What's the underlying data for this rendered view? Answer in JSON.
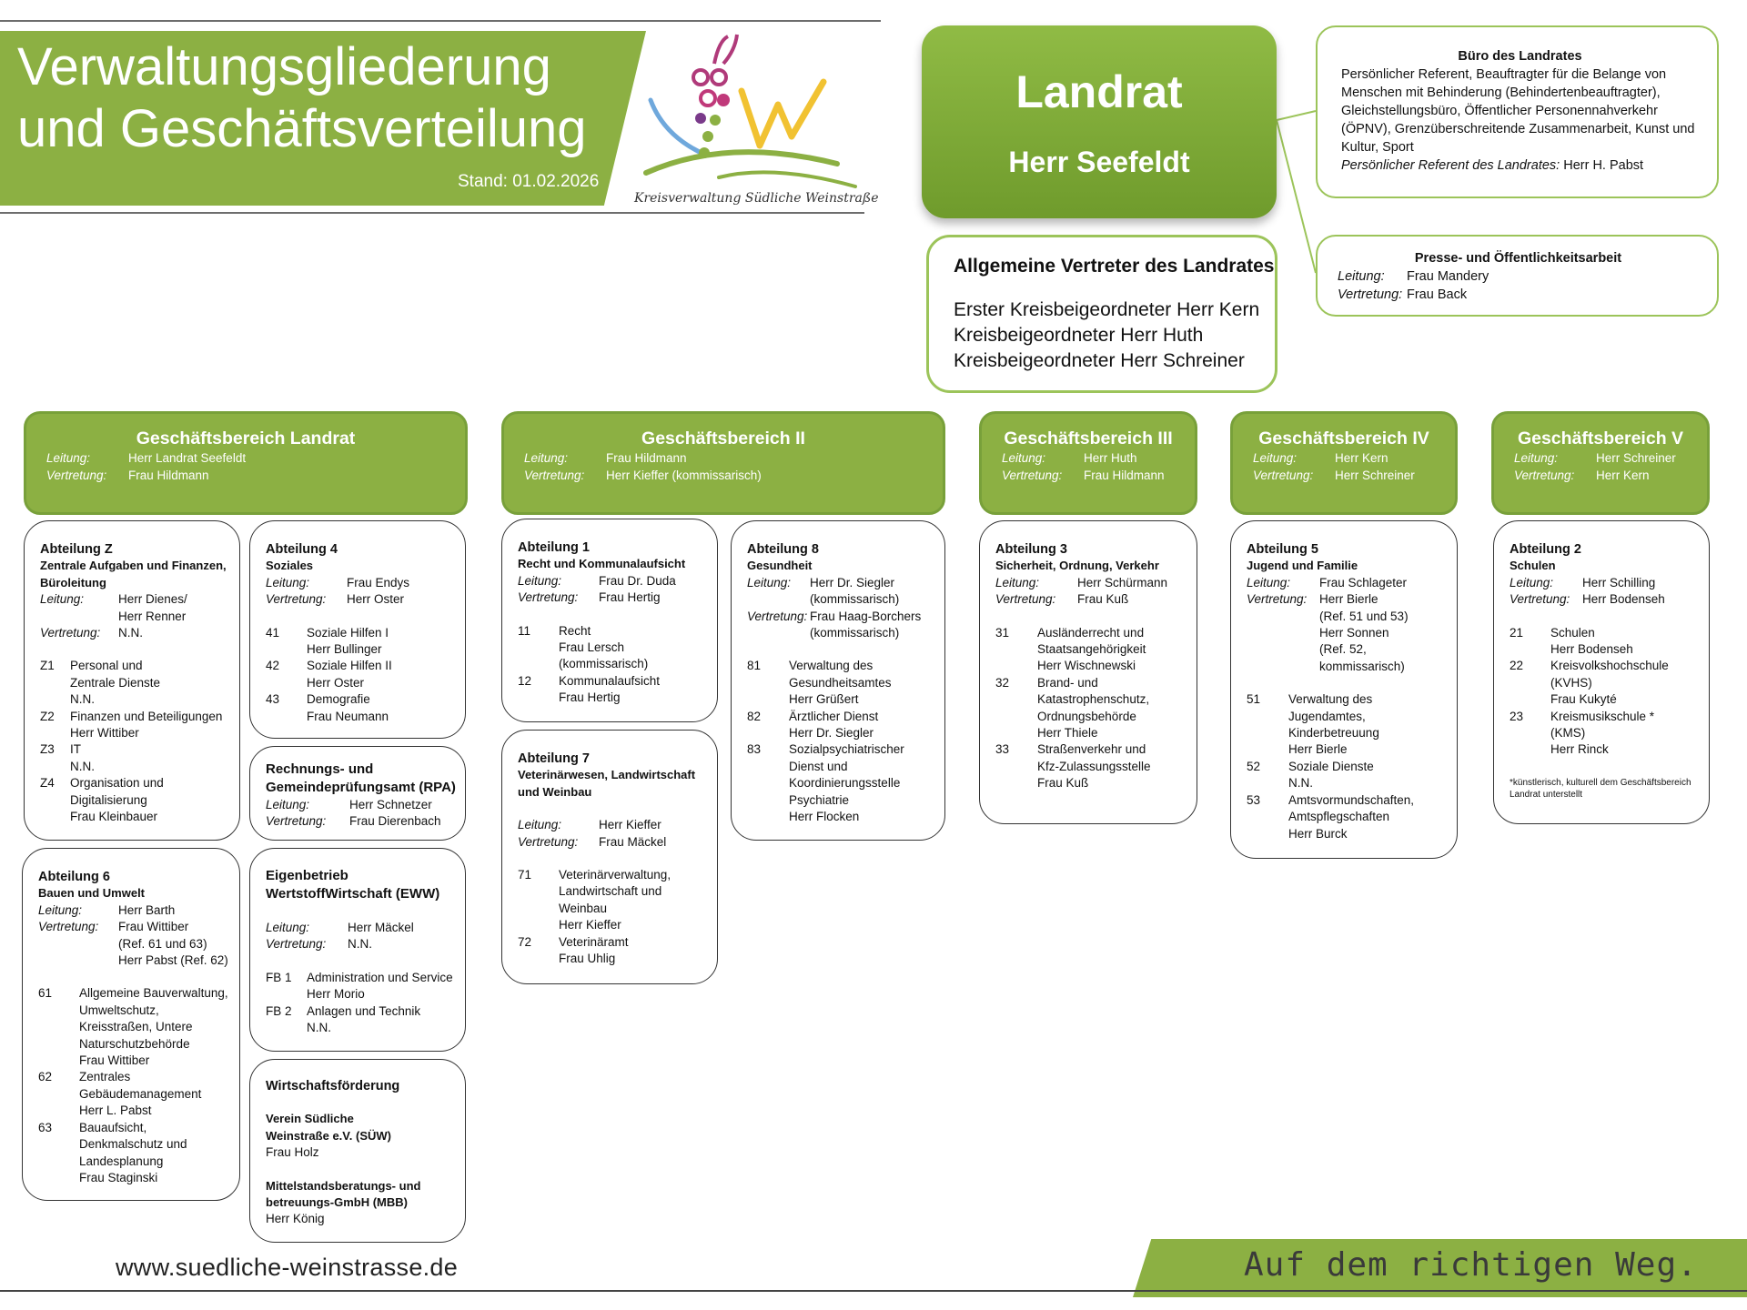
{
  "header": {
    "title_line1": "Verwaltungsgliederung",
    "title_line2": "und Geschäftsverteilung",
    "stand": "Stand:  01.02.2026",
    "logo_caption": "Kreisverwaltung Südliche Weinstraße"
  },
  "landrat": {
    "title": "Landrat",
    "name": "Herr Seefeldt"
  },
  "vertreter": {
    "heading": "Allgemeine Vertreter des Landrates",
    "lines": [
      "Erster Kreisbeigeordneter Herr Kern",
      "Kreisbeigeordneter Herr Huth",
      "Kreisbeigeordneter Herr Schreiner"
    ]
  },
  "buero": {
    "heading": "Büro des Landrates",
    "text": "Persönlicher Referent, Beauftragter für die Belange von Menschen mit Behinderung (Behindertenbeauftragter), Gleichstellungsbüro, Öffentlicher Personennahverkehr (ÖPNV), Grenzüberschreitende Zusammenarbeit, Kunst und Kultur, Sport",
    "ref_label": "Persönlicher Referent des Landrates:",
    "ref_value": " Herr H. Pabst"
  },
  "presse": {
    "heading": "Presse- und Öffentlichkeitsarbeit",
    "leitung_label": "Leitung:",
    "leitung": "Frau Mandery",
    "vertretung_label": "Vertretung:",
    "vertretung": "Frau Back"
  },
  "labels": {
    "leitung": "Leitung:",
    "vertretung": "Vertretung:"
  },
  "gb": [
    {
      "title": "Geschäftsbereich Landrat",
      "leitung": "Herr Landrat Seefeldt",
      "vertretung": "Frau Hildmann"
    },
    {
      "title": "Geschäftsbereich II",
      "leitung": "Frau Hildmann",
      "vertretung": "Herr Kieffer (kommissarisch)"
    },
    {
      "title": "Geschäftsbereich III",
      "leitung": "Herr Huth",
      "vertretung": "Frau Hildmann"
    },
    {
      "title": "Geschäftsbereich IV",
      "leitung": "Herr Kern",
      "vertretung": "Herr Schreiner"
    },
    {
      "title": "Geschäftsbereich V",
      "leitung": "Herr Schreiner",
      "vertretung": "Herr Kern"
    }
  ],
  "abtZ": {
    "title": "Abteilung Z",
    "subtitle": "Zentrale Aufgaben und Finanzen, Büroleitung",
    "leitung1": "Herr Dienes/",
    "leitung2": "Herr Renner",
    "vertretung": "N.N.",
    "refs": [
      {
        "n": "Z1",
        "lines": [
          "Personal und",
          "Zentrale Dienste",
          "N.N."
        ]
      },
      {
        "n": "Z2",
        "lines": [
          "Finanzen und Beteiligungen",
          "Herr Wittiber"
        ]
      },
      {
        "n": "Z3",
        "lines": [
          "IT",
          "N.N."
        ]
      },
      {
        "n": "Z4",
        "lines": [
          "Organisation und",
          "Digitalisierung",
          "Frau Kleinbauer"
        ]
      }
    ]
  },
  "abt4": {
    "title": "Abteilung 4",
    "subtitle": "Soziales",
    "leitung": "Frau Endys",
    "vertretung": "Herr Oster",
    "refs": [
      {
        "n": "41",
        "lines": [
          "Soziale Hilfen I",
          "Herr Bullinger"
        ]
      },
      {
        "n": "42",
        "lines": [
          "Soziale Hilfen II",
          "Herr Oster"
        ]
      },
      {
        "n": "43",
        "lines": [
          "Demografie",
          "Frau Neumann"
        ]
      }
    ]
  },
  "rpa": {
    "title1": "Rechnungs- und",
    "title2": "Gemeindeprüfungsamt (RPA)",
    "leitung": "Herr Schnetzer",
    "vertretung": "Frau Dierenbach"
  },
  "abt6": {
    "title": "Abteilung 6",
    "subtitle": "Bauen und Umwelt",
    "leitung": "Herr Barth",
    "vertretung1": "Frau Wittiber",
    "vertretung2": "(Ref. 61 und 63)",
    "vertretung3": "Herr Pabst (Ref. 62)",
    "refs": [
      {
        "n": "61",
        "lines": [
          "Allgemeine Bauverwaltung,",
          "Umweltschutz,",
          "Kreisstraßen, Untere",
          "Naturschutzbehörde",
          "Frau Wittiber"
        ]
      },
      {
        "n": "62",
        "lines": [
          "Zentrales",
          "Gebäudemanagement",
          "Herr L. Pabst"
        ]
      },
      {
        "n": "63",
        "lines": [
          "Bauaufsicht,",
          "Denkmalschutz und",
          "Landesplanung",
          "Frau Staginski"
        ]
      }
    ]
  },
  "eww": {
    "title1": "Eigenbetrieb",
    "title2": "WertstoffWirtschaft (EWW)",
    "leitung": "Herr Mäckel",
    "vertretung": "N.N.",
    "refs": [
      {
        "n": "FB 1",
        "lines": [
          "Administration und Service",
          "Herr Morio"
        ]
      },
      {
        "n": "FB 2",
        "lines": [
          "Anlagen und Technik",
          "N.N."
        ]
      }
    ]
  },
  "wf": {
    "title": "Wirtschaftsförderung",
    "v1a": "Verein Südliche",
    "v1b": "Weinstraße e.V.  (SÜW)",
    "v1c": "Frau Holz",
    "v2a": "Mittelstandsberatungs- und",
    "v2b": "betreuungs-GmbH (MBB)",
    "v2c": "Herr König"
  },
  "abt1": {
    "title": "Abteilung 1",
    "subtitle": "Recht und Kommunalaufsicht",
    "leitung": "Frau Dr. Duda",
    "vertretung": "Frau Hertig",
    "refs": [
      {
        "n": "11",
        "lines": [
          "Recht",
          "Frau Lersch",
          "(kommissarisch)"
        ]
      },
      {
        "n": "12",
        "lines": [
          "Kommunalaufsicht",
          "Frau Hertig"
        ]
      }
    ]
  },
  "abt7": {
    "title": "Abteilung 7",
    "subtitle1": "Veterinärwesen, Landwirtschaft",
    "subtitle2": "und Weinbau",
    "leitung": "Herr Kieffer",
    "vertretung": "Frau Mäckel",
    "refs": [
      {
        "n": "71",
        "lines": [
          "Veterinärverwaltung,",
          "Landwirtschaft und",
          "Weinbau",
          "Herr Kieffer"
        ]
      },
      {
        "n": "72",
        "lines": [
          "Veterinäramt",
          "Frau Uhlig"
        ]
      }
    ]
  },
  "abt8": {
    "title": "Abteilung 8",
    "subtitle": "Gesundheit",
    "leitung1": "Herr Dr. Siegler",
    "leitung2": "(kommissarisch)",
    "vertretung1": "Frau Haag-Borchers",
    "vertretung2": "(kommissarisch)",
    "refs": [
      {
        "n": "81",
        "lines": [
          "Verwaltung des",
          "Gesundheitsamtes",
          "Herr Grüßert"
        ]
      },
      {
        "n": "82",
        "lines": [
          "Ärztlicher Dienst",
          "Herr Dr. Siegler"
        ]
      },
      {
        "n": "83",
        "lines": [
          "Sozialpsychiatrischer",
          "Dienst und",
          "Koordinierungsstelle",
          "Psychiatrie",
          "Herr Flocken"
        ]
      }
    ]
  },
  "abt3": {
    "title": "Abteilung 3",
    "subtitle": "Sicherheit, Ordnung, Verkehr",
    "leitung": "Herr Schürmann",
    "vertretung": "Frau Kuß",
    "refs": [
      {
        "n": "31",
        "lines": [
          "Ausländerrecht und",
          "Staatsangehörigkeit",
          "Herr Wischnewski"
        ]
      },
      {
        "n": "32",
        "lines": [
          "Brand- und",
          "Katastrophenschutz,",
          "Ordnungsbehörde",
          "Herr Thiele"
        ]
      },
      {
        "n": "33",
        "lines": [
          "Straßenverkehr und",
          "Kfz-Zulassungsstelle",
          "Frau Kuß"
        ]
      }
    ]
  },
  "abt5": {
    "title": "Abteilung 5",
    "subtitle": "Jugend und Familie",
    "leitung": "Frau Schlageter",
    "vertretung_lines": [
      "Herr Bierle",
      "(Ref. 51 und 53)",
      "Herr Sonnen",
      "(Ref. 52,",
      "kommissarisch)"
    ],
    "refs": [
      {
        "n": "51",
        "lines": [
          "Verwaltung des",
          "Jugendamtes,",
          "Kinderbetreuung",
          "Herr Bierle"
        ]
      },
      {
        "n": "52",
        "lines": [
          "Soziale Dienste",
          "N.N."
        ]
      },
      {
        "n": "53",
        "lines": [
          "Amtsvormundschaften,",
          "Amtspflegschaften",
          "Herr Burck"
        ]
      }
    ]
  },
  "abt2": {
    "title": "Abteilung 2",
    "subtitle": "Schulen",
    "leitung": "Herr  Schilling",
    "vertretung": "Herr Bodenseh",
    "refs": [
      {
        "n": "21",
        "lines": [
          "Schulen",
          "Herr Bodenseh"
        ]
      },
      {
        "n": "22",
        "lines": [
          "Kreisvolkshochschule",
          "(KVHS)",
          "Frau Kukyté"
        ]
      },
      {
        "n": "23",
        "lines": [
          "Kreismusikschule *",
          "(KMS)",
          "Herr Rinck"
        ]
      }
    ],
    "note": "*künstlerisch, kulturell dem Geschäftsbereich Landrat unterstellt"
  },
  "footer": {
    "url": "www.suedliche-weinstrasse.de",
    "slogan": "Auf dem richtigen Weg."
  },
  "colors": {
    "green": "#8cb043",
    "green_dark": "#6f9b2c",
    "outline_green": "#9cc45a"
  }
}
